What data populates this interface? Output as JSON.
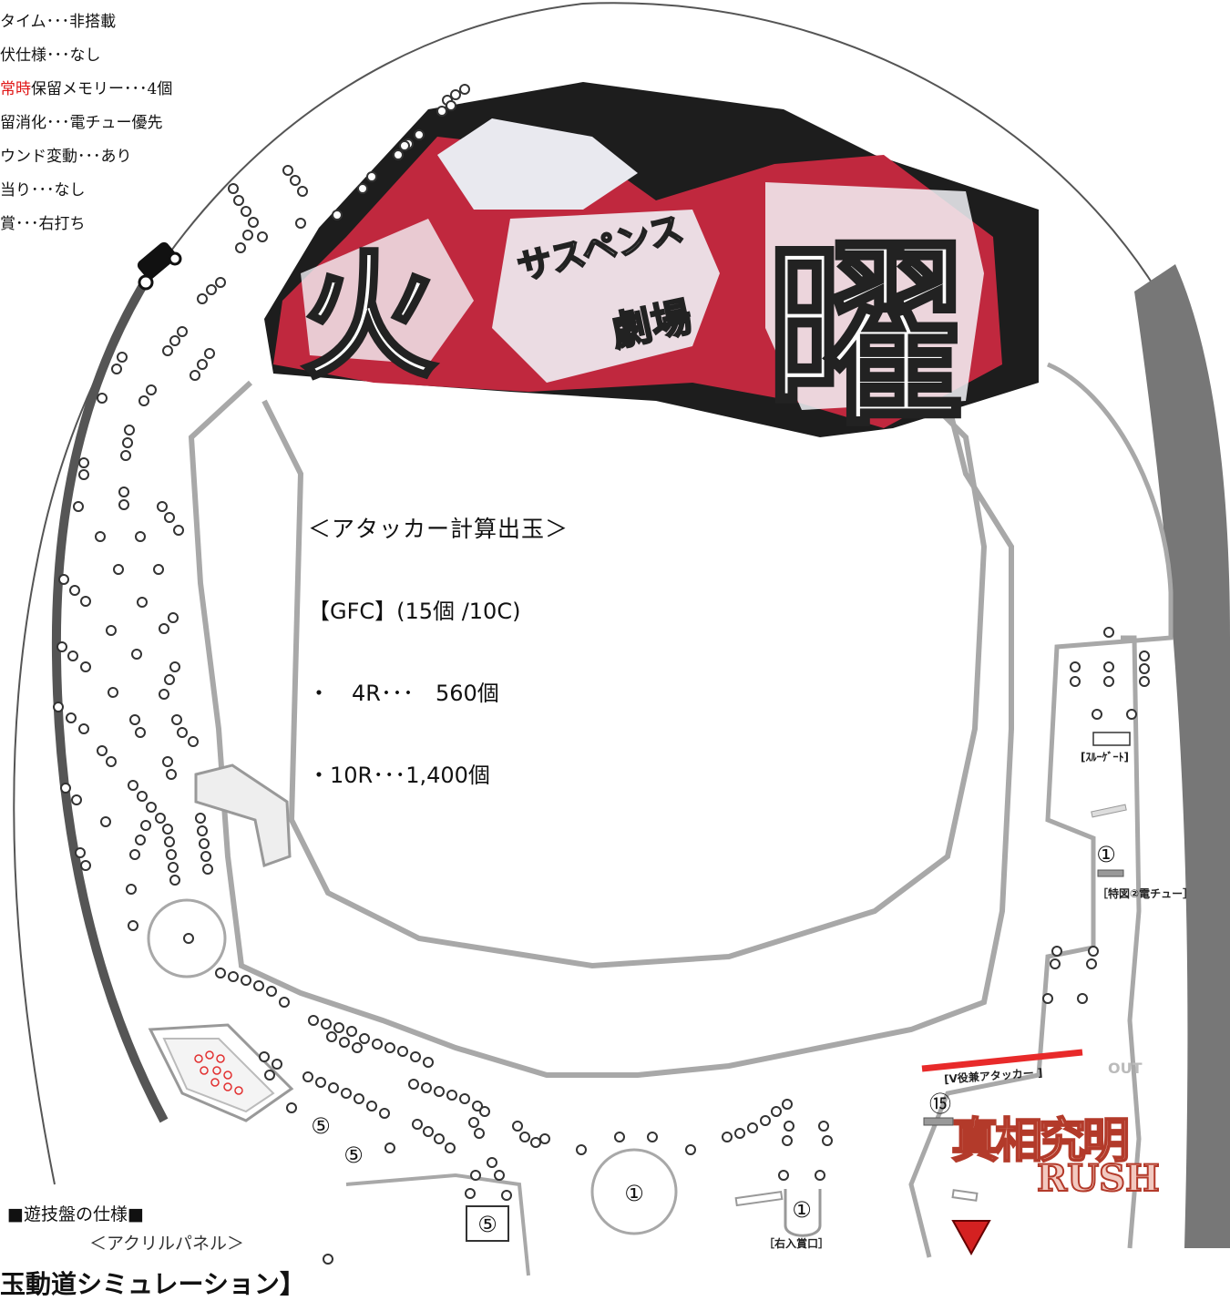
{
  "specs": {
    "lines": [
      {
        "highlight": "",
        "text": "タイム･･･非搭載"
      },
      {
        "highlight": "",
        "text": "伏仕様･･･なし"
      },
      {
        "highlight": "常時",
        "text": "保留メモリー･･･4個"
      },
      {
        "highlight": "",
        "text": "留消化･･･電チュー優先"
      },
      {
        "highlight": "",
        "text": "ウンド変動･･･あり"
      },
      {
        "highlight": "",
        "text": "当り･･･なし"
      },
      {
        "highlight": "",
        "text": "賞･･･右打ち"
      }
    ]
  },
  "attacker": {
    "heading": "＜アタッカー計算出玉＞",
    "spec": "【GFC】(15個 /10C)",
    "rows": [
      "・　4R･･･　560個",
      "・10R･･･1,400個"
    ]
  },
  "labels": {
    "through_gate": "[ｽﾙｰｹﾞｰﾄ]",
    "denchu": "［特図②電チュー］",
    "v_attacker": "[V役兼アタッカー ]",
    "right_pocket": "［右入賞口］",
    "out": "OUT"
  },
  "payouts": {
    "center": "①",
    "denchu": "①",
    "right_pocket": "①",
    "attacker": "⑮",
    "left_a": "⑤",
    "left_b": "⑤",
    "left_box": "⑤"
  },
  "logo": {
    "left_char": "火",
    "center_top": "サスペンス",
    "center_bottom": "劇場",
    "right_char": "曜"
  },
  "rush": {
    "line1": "真相究明",
    "line2": "RUSH"
  },
  "bottom": {
    "title": "■遊技盤の仕様■",
    "subtitle": "＜アクリルパネル＞",
    "simulation": "玉動道シミュレーション】"
  },
  "colors": {
    "red_bar": "#e82a2a",
    "logo_red": "#c0283e",
    "rail": "#555555",
    "board_line": "#a8a8a8"
  }
}
